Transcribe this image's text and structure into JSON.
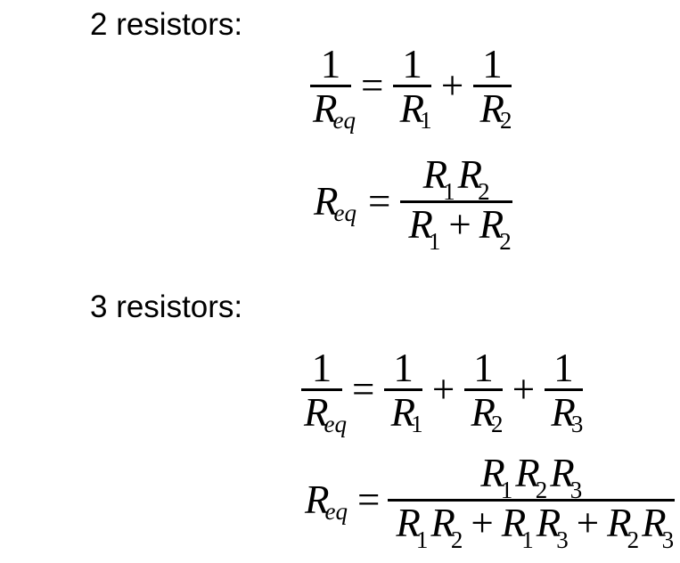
{
  "page": {
    "background_color": "#ffffff",
    "text_color": "#000000"
  },
  "math_symbols": {
    "equals": "=",
    "plus": "+",
    "one": "1"
  },
  "sections": [
    {
      "label": "2 resistors:",
      "equations": [
        {
          "plain_text": "1/R_eq = 1/R_1 + 1/R_2",
          "lhs_frac": {
            "num": "1",
            "den_base": "R",
            "den_sub": "eq"
          },
          "terms": [
            {
              "num": "1",
              "den_base": "R",
              "den_sub": "1"
            },
            {
              "num": "1",
              "den_base": "R",
              "den_sub": "2"
            }
          ]
        },
        {
          "plain_text": "R_eq = R_1 R_2 / (R_1 + R_2)",
          "lhs": {
            "base": "R",
            "sub": "eq"
          },
          "numerator": [
            {
              "base": "R",
              "sub": "1"
            },
            {
              "base": "R",
              "sub": "2"
            }
          ],
          "denominator": [
            [
              {
                "base": "R",
                "sub": "1"
              }
            ],
            [
              {
                "base": "R",
                "sub": "2"
              }
            ]
          ]
        }
      ]
    },
    {
      "label": "3 resistors:",
      "equations": [
        {
          "plain_text": "1/R_eq = 1/R_1 + 1/R_2 + 1/R_3",
          "lhs_frac": {
            "num": "1",
            "den_base": "R",
            "den_sub": "eq"
          },
          "terms": [
            {
              "num": "1",
              "den_base": "R",
              "den_sub": "1"
            },
            {
              "num": "1",
              "den_base": "R",
              "den_sub": "2"
            },
            {
              "num": "1",
              "den_base": "R",
              "den_sub": "3"
            }
          ]
        },
        {
          "plain_text": "R_eq = R_1 R_2 R_3 / (R_1 R_2 + R_1 R_3 + R_2 R_3)",
          "lhs": {
            "base": "R",
            "sub": "eq"
          },
          "numerator": [
            {
              "base": "R",
              "sub": "1"
            },
            {
              "base": "R",
              "sub": "2"
            },
            {
              "base": "R",
              "sub": "3"
            }
          ],
          "denominator": [
            [
              {
                "base": "R",
                "sub": "1"
              },
              {
                "base": "R",
                "sub": "2"
              }
            ],
            [
              {
                "base": "R",
                "sub": "1"
              },
              {
                "base": "R",
                "sub": "3"
              }
            ],
            [
              {
                "base": "R",
                "sub": "2"
              },
              {
                "base": "R",
                "sub": "3"
              }
            ]
          ]
        }
      ]
    }
  ]
}
